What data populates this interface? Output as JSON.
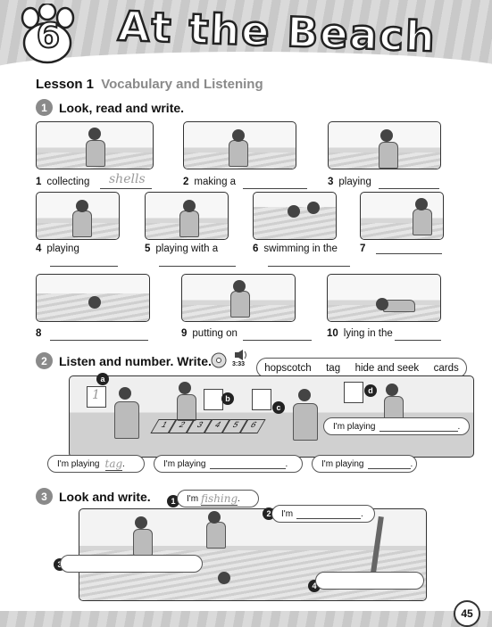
{
  "header": {
    "unit_number": "6",
    "title": "At the Beach"
  },
  "lesson": {
    "label": "Lesson 1",
    "subtitle": "Vocabulary and Listening"
  },
  "ex1": {
    "number": "1",
    "instruction": "Look, read and write.",
    "items": [
      {
        "num": "1",
        "text": "collecting",
        "answer": "shells"
      },
      {
        "num": "2",
        "text": "making a",
        "answer": ""
      },
      {
        "num": "3",
        "text": "playing",
        "answer": ""
      },
      {
        "num": "4",
        "text": "playing",
        "answer": ""
      },
      {
        "num": "5",
        "text": "playing with a",
        "answer": ""
      },
      {
        "num": "6",
        "text": "swimming in the",
        "answer": ""
      },
      {
        "num": "7",
        "text": "",
        "answer": ""
      },
      {
        "num": "8",
        "text": "",
        "answer": ""
      },
      {
        "num": "9",
        "text": "putting on",
        "answer": ""
      },
      {
        "num": "10",
        "text": "lying in the",
        "answer": ""
      }
    ]
  },
  "ex2": {
    "number": "2",
    "instruction": "Listen and number. Write.",
    "audio_time": "3:33",
    "sample_box": "1",
    "words": [
      "hopscotch",
      "tag",
      "hide and seek",
      "cards"
    ],
    "hopscotch_numbers": [
      "1",
      "2",
      "3",
      "4",
      "5",
      "6"
    ],
    "letters": [
      "a",
      "b",
      "c",
      "d"
    ],
    "bubbles": [
      {
        "prefix": "I'm playing",
        "answer": "tag",
        "end": "."
      },
      {
        "prefix": "I'm playing",
        "answer": "",
        "end": "."
      },
      {
        "prefix": "I'm playing",
        "answer": "",
        "end": "."
      },
      {
        "prefix": "I'm playing",
        "answer": "",
        "end": "."
      }
    ]
  },
  "ex3": {
    "number": "3",
    "instruction": "Look and write.",
    "bubbles": [
      {
        "num": "1",
        "prefix": "I'm",
        "answer": "fishing",
        "end": "."
      },
      {
        "num": "2",
        "prefix": "I'm",
        "answer": "",
        "end": "."
      },
      {
        "num": "3",
        "prefix": "",
        "answer": "",
        "end": ""
      },
      {
        "num": "4",
        "prefix": "",
        "answer": "",
        "end": ""
      }
    ]
  },
  "page_number": "45"
}
